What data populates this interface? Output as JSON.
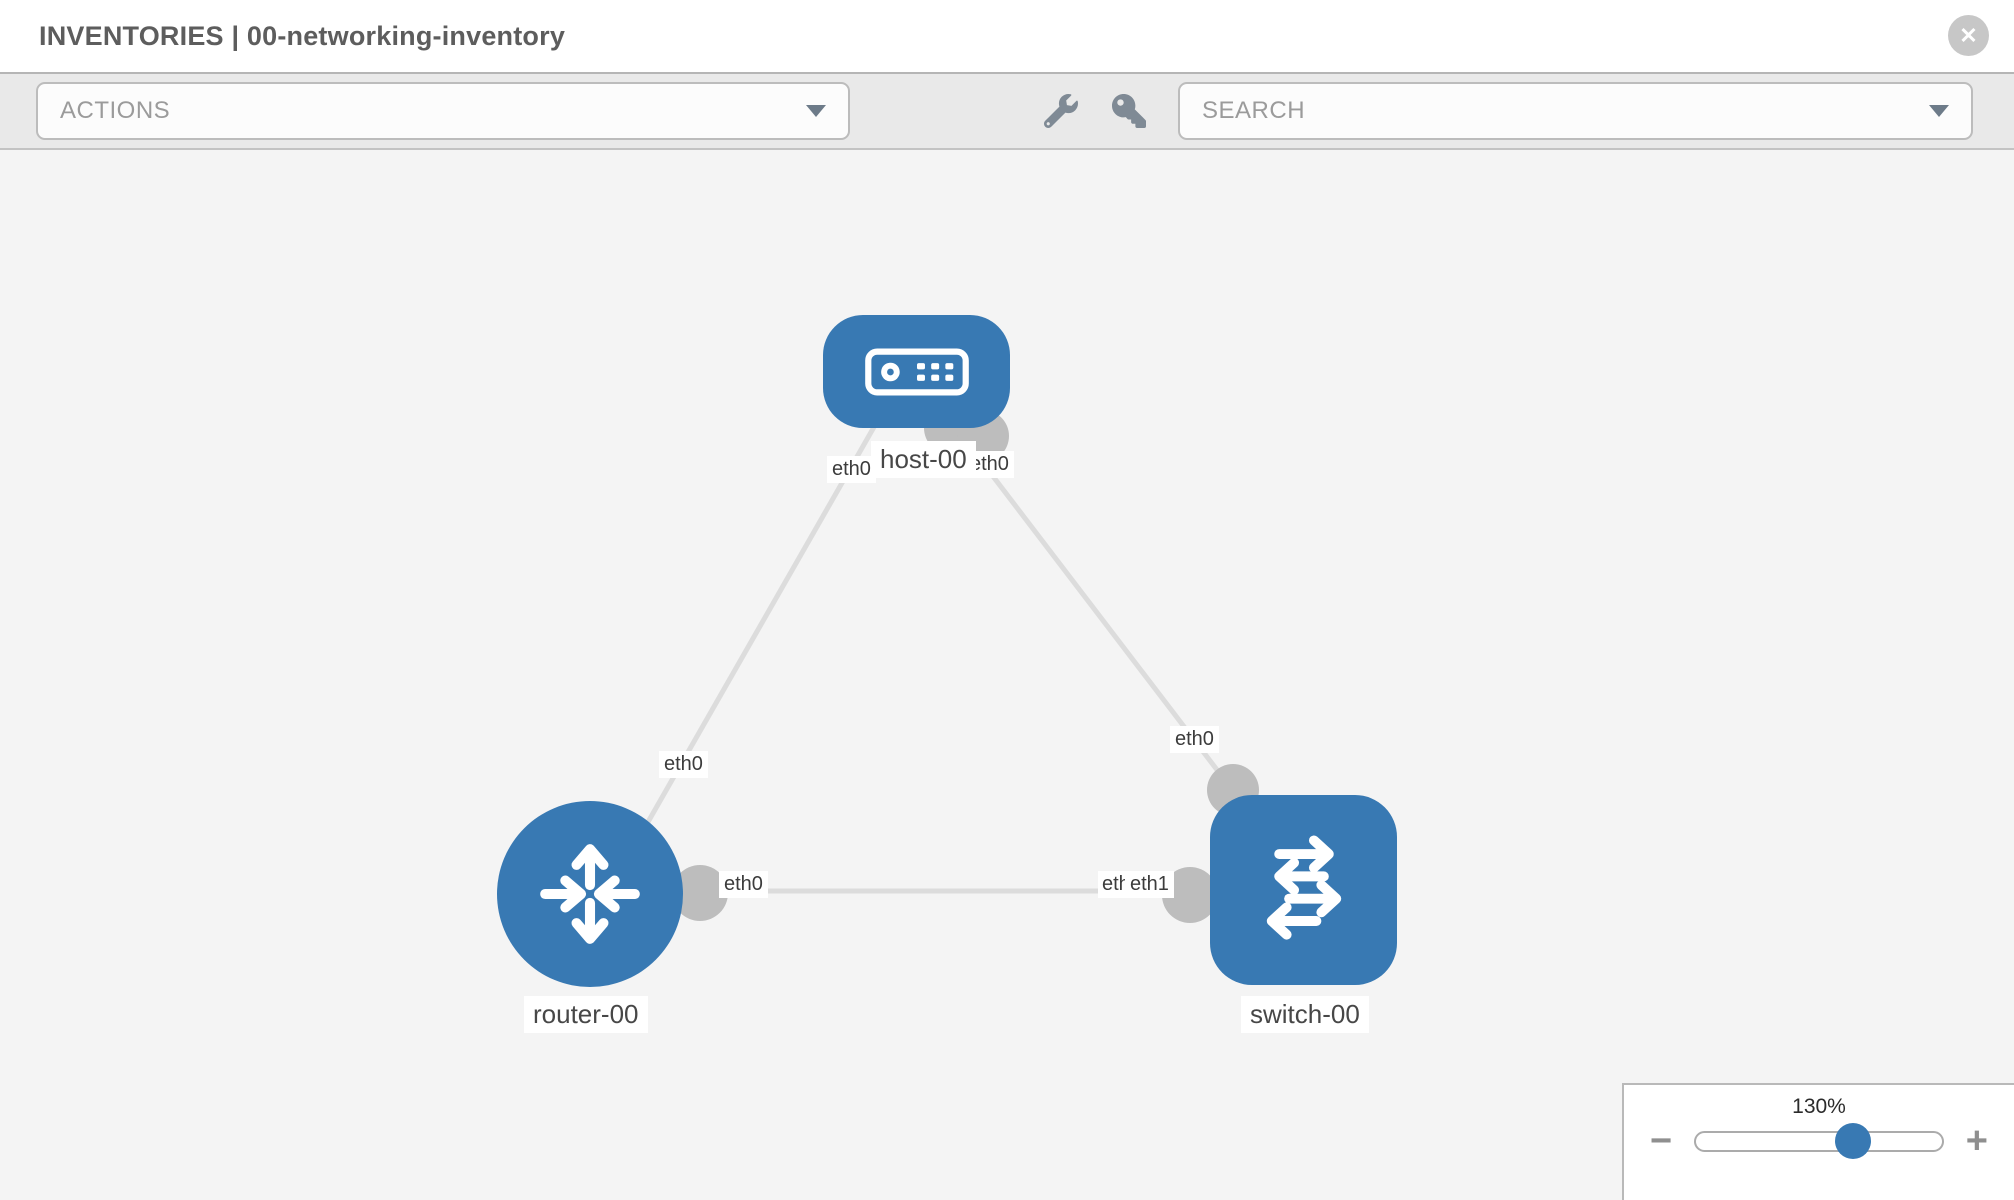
{
  "header": {
    "title": "INVENTORIES | 00-networking-inventory"
  },
  "icons": {
    "close_glyph": "✕",
    "wrench": "wrench-icon",
    "key": "key-icon"
  },
  "toolbar": {
    "actions_label": "ACTIONS",
    "search_placeholder": "SEARCH"
  },
  "canvas": {
    "nodes": [
      {
        "label": "host-00",
        "type": "host"
      },
      {
        "label": "router-00",
        "type": "router"
      },
      {
        "label": "switch-00",
        "type": "switch"
      }
    ],
    "links": [
      {
        "from": "host-00",
        "from_interface": "eth0",
        "to": "router-00",
        "to_interface": "eth0"
      },
      {
        "from": "host-00",
        "from_interface": "eth0",
        "to": "switch-00",
        "to_interface": "eth0"
      },
      {
        "from": "router-00",
        "from_interface": "eth0",
        "to": "switch-00",
        "to_interface": "eth1",
        "to_interface_overlapped": "eth0"
      }
    ]
  },
  "zoom_control": {
    "level": "130%",
    "minus_glyph": "−",
    "plus_glyph": "+",
    "slider_percent": 64
  },
  "colors": {
    "node_blue": "#3879b3",
    "link_gray": "#dcdcdc",
    "endpoint_gray": "#bdbdbd",
    "toolbar_bg": "#e9e9e9",
    "canvas_bg": "#f4f4f4"
  }
}
